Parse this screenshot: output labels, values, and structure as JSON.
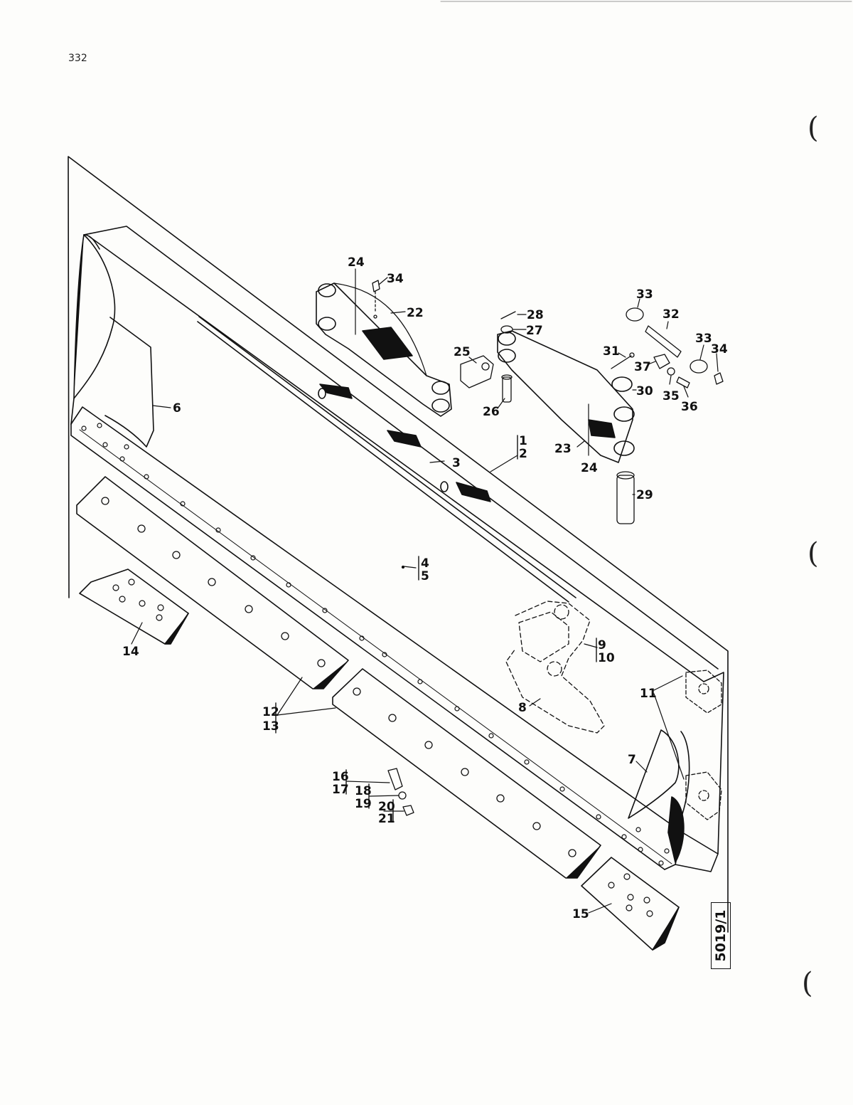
{
  "page_number": "332",
  "drawing_id": "5019/1",
  "callouts": {
    "c1": "1",
    "c2": "2",
    "c3": "3",
    "c4": "4",
    "c5": "5",
    "c6": "6",
    "c7": "7",
    "c8": "8",
    "c9": "9",
    "c10": "10",
    "c11": "11",
    "c12": "12",
    "c13": "13",
    "c14": "14",
    "c15": "15",
    "c16": "16",
    "c17": "17",
    "c18": "18",
    "c19": "19",
    "c20": "20",
    "c21": "21",
    "c22": "22",
    "c23": "23",
    "c24a": "24",
    "c24b": "24",
    "c25": "25",
    "c26": "26",
    "c27": "27",
    "c28": "28",
    "c29": "29",
    "c30": "30",
    "c31": "31",
    "c32": "32",
    "c33a": "33",
    "c33b": "33",
    "c34a": "34",
    "c34b": "34",
    "c35": "35",
    "c36": "36",
    "c37": "37"
  },
  "binder_hole_glyph": "("
}
